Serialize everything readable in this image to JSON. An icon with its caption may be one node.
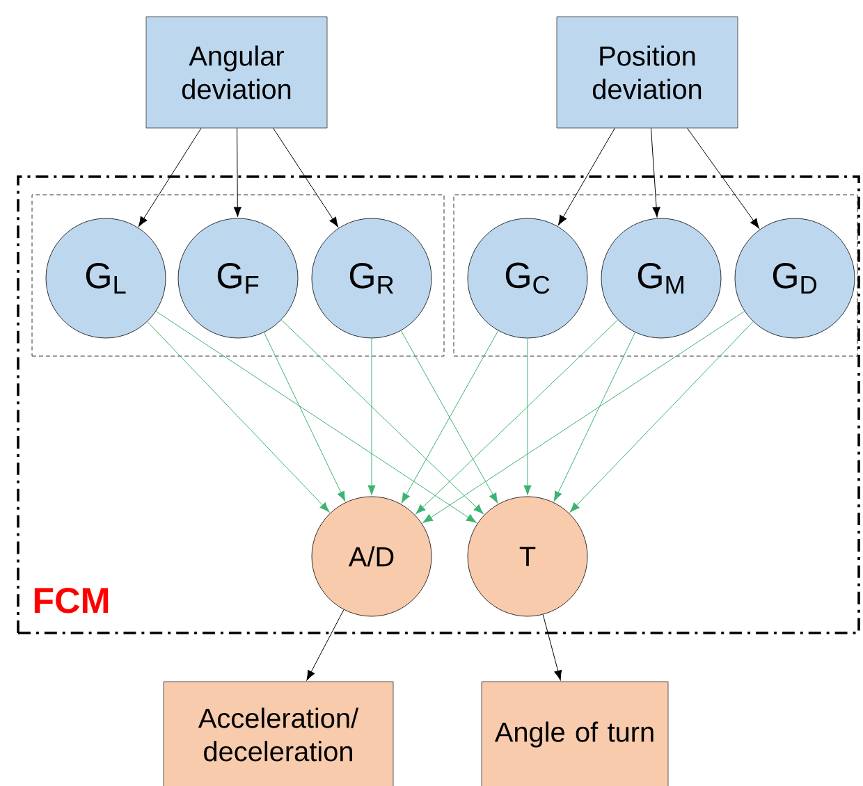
{
  "diagram": {
    "nodes": [
      {
        "text": [
          "Angular deviation"
        ]
      },
      {
        "text": [
          "Position deviation"
        ]
      },
      {
        "text": [
          "FCM"
        ]
      },
      {
        "text": [],
        "shape": "box",
        "in": 2
      },
      {
        "text": [],
        "shape": "box",
        "in": 2
      },
      {
        "text": [
          "G$_{L}$"
        ],
        "in": 3
      },
      {
        "text": [
          "G$_{F}$"
        ],
        "in": 3
      },
      {
        "text": [
          "G$_{R}$"
        ],
        "in": 3
      },
      {
        "text": [
          "G$_{C}$"
        ],
        "in": 4
      },
      {
        "text": [
          "G$_{M}$"
        ],
        "in": 4
      },
      {
        "text": [
          "G$_{D}$"
        ],
        "in": 4
      },
      {
        "text": [
          "A/D"
        ],
        "in": 2
      },
      {
        "text": [
          "T"
        ],
        "in": 2
      },
      {
        "text": [
          "Acceleration/ deceleration"
        ]
      },
      {
        "text": [
          "Angle of turn"
        ]
      }
    ],
    "edges": [
      {
        "from": 0,
        "to": 5,
        "arrow": "to",
        "color": "#000000"
      },
      {
        "from": 0,
        "to": 6,
        "arrow": "to",
        "color": "#000000"
      },
      {
        "from": 0,
        "to": 7,
        "arrow": "to",
        "color": "#000000"
      },
      {
        "from": 1,
        "to": 8,
        "arrow": "to",
        "color": "#000000"
      },
      {
        "from": 1,
        "to": 9,
        "arrow": "to",
        "color": "#000000"
      },
      {
        "from": 1,
        "to": 10,
        "arrow": "to",
        "color": "#000000"
      },
      {
        "from": 5,
        "to": 11,
        "arrow": "to"
      },
      {
        "from": 5,
        "to": 12,
        "arrow": "to"
      },
      {
        "from": 6,
        "to": 11,
        "arrow": "to"
      },
      {
        "from": 6,
        "to": 12,
        "arrow": "to"
      },
      {
        "from": 7,
        "to": 11,
        "arrow": "to"
      },
      {
        "from": 7,
        "to": 12,
        "arrow": "to"
      },
      {
        "from": 8,
        "to": 11,
        "arrow": "to"
      },
      {
        "from": 8,
        "to": 12,
        "arrow": "to"
      },
      {
        "from": 9,
        "to": 11,
        "arrow": "to"
      },
      {
        "from": 9,
        "to": 12,
        "arrow": "to"
      },
      {
        "from": 10,
        "to": 11,
        "arrow": "to"
      },
      {
        "from": 10,
        "to": 12,
        "arrow": "to"
      },
      {
        "from": 11,
        "to": 13,
        "arrow": "to",
        "color": "#000000"
      },
      {
        "from": 12,
        "to": 14,
        "arrow": "to",
        "color": "#000000"
      }
    ]
  }
}
